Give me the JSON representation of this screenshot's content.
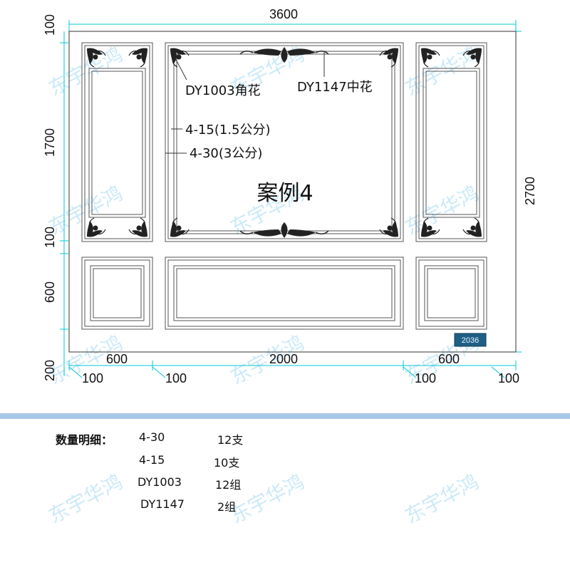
{
  "dimensions": {
    "total_width": "3600",
    "total_height": "2700",
    "top_band": "100",
    "upper_panel_height": "1700",
    "mid_band": "100",
    "lower_panel_height": "600",
    "bottom_band": "200",
    "side_panel_width_left": "600",
    "center_panel_width": "2000",
    "side_panel_width_right": "600",
    "gap_1": "100",
    "gap_2": "100",
    "gap_3": "100",
    "gap_4": "100"
  },
  "labels": {
    "corner_flower": "DY1003角花",
    "center_flower": "DY1147中花",
    "moulding_small": "4-15(1.5公分)",
    "moulding_large": "4-30(3公分)",
    "case_title": "案例4",
    "tag_number": "2036"
  },
  "quantity": {
    "title": "数量明细：",
    "rows": [
      {
        "code": "4-30",
        "amount": "12支"
      },
      {
        "code": "4-15",
        "amount": "10支"
      },
      {
        "code": "DY1003",
        "amount": "12组"
      },
      {
        "code": "DY1147",
        "amount": "2组"
      }
    ]
  },
  "watermark": "东宇华鸿",
  "colors": {
    "line": "#555555",
    "dimension_line": "#00c8d8",
    "separator": "#a8c8e8",
    "tag_fill": "#1f5f86",
    "ornament": "#222222"
  }
}
